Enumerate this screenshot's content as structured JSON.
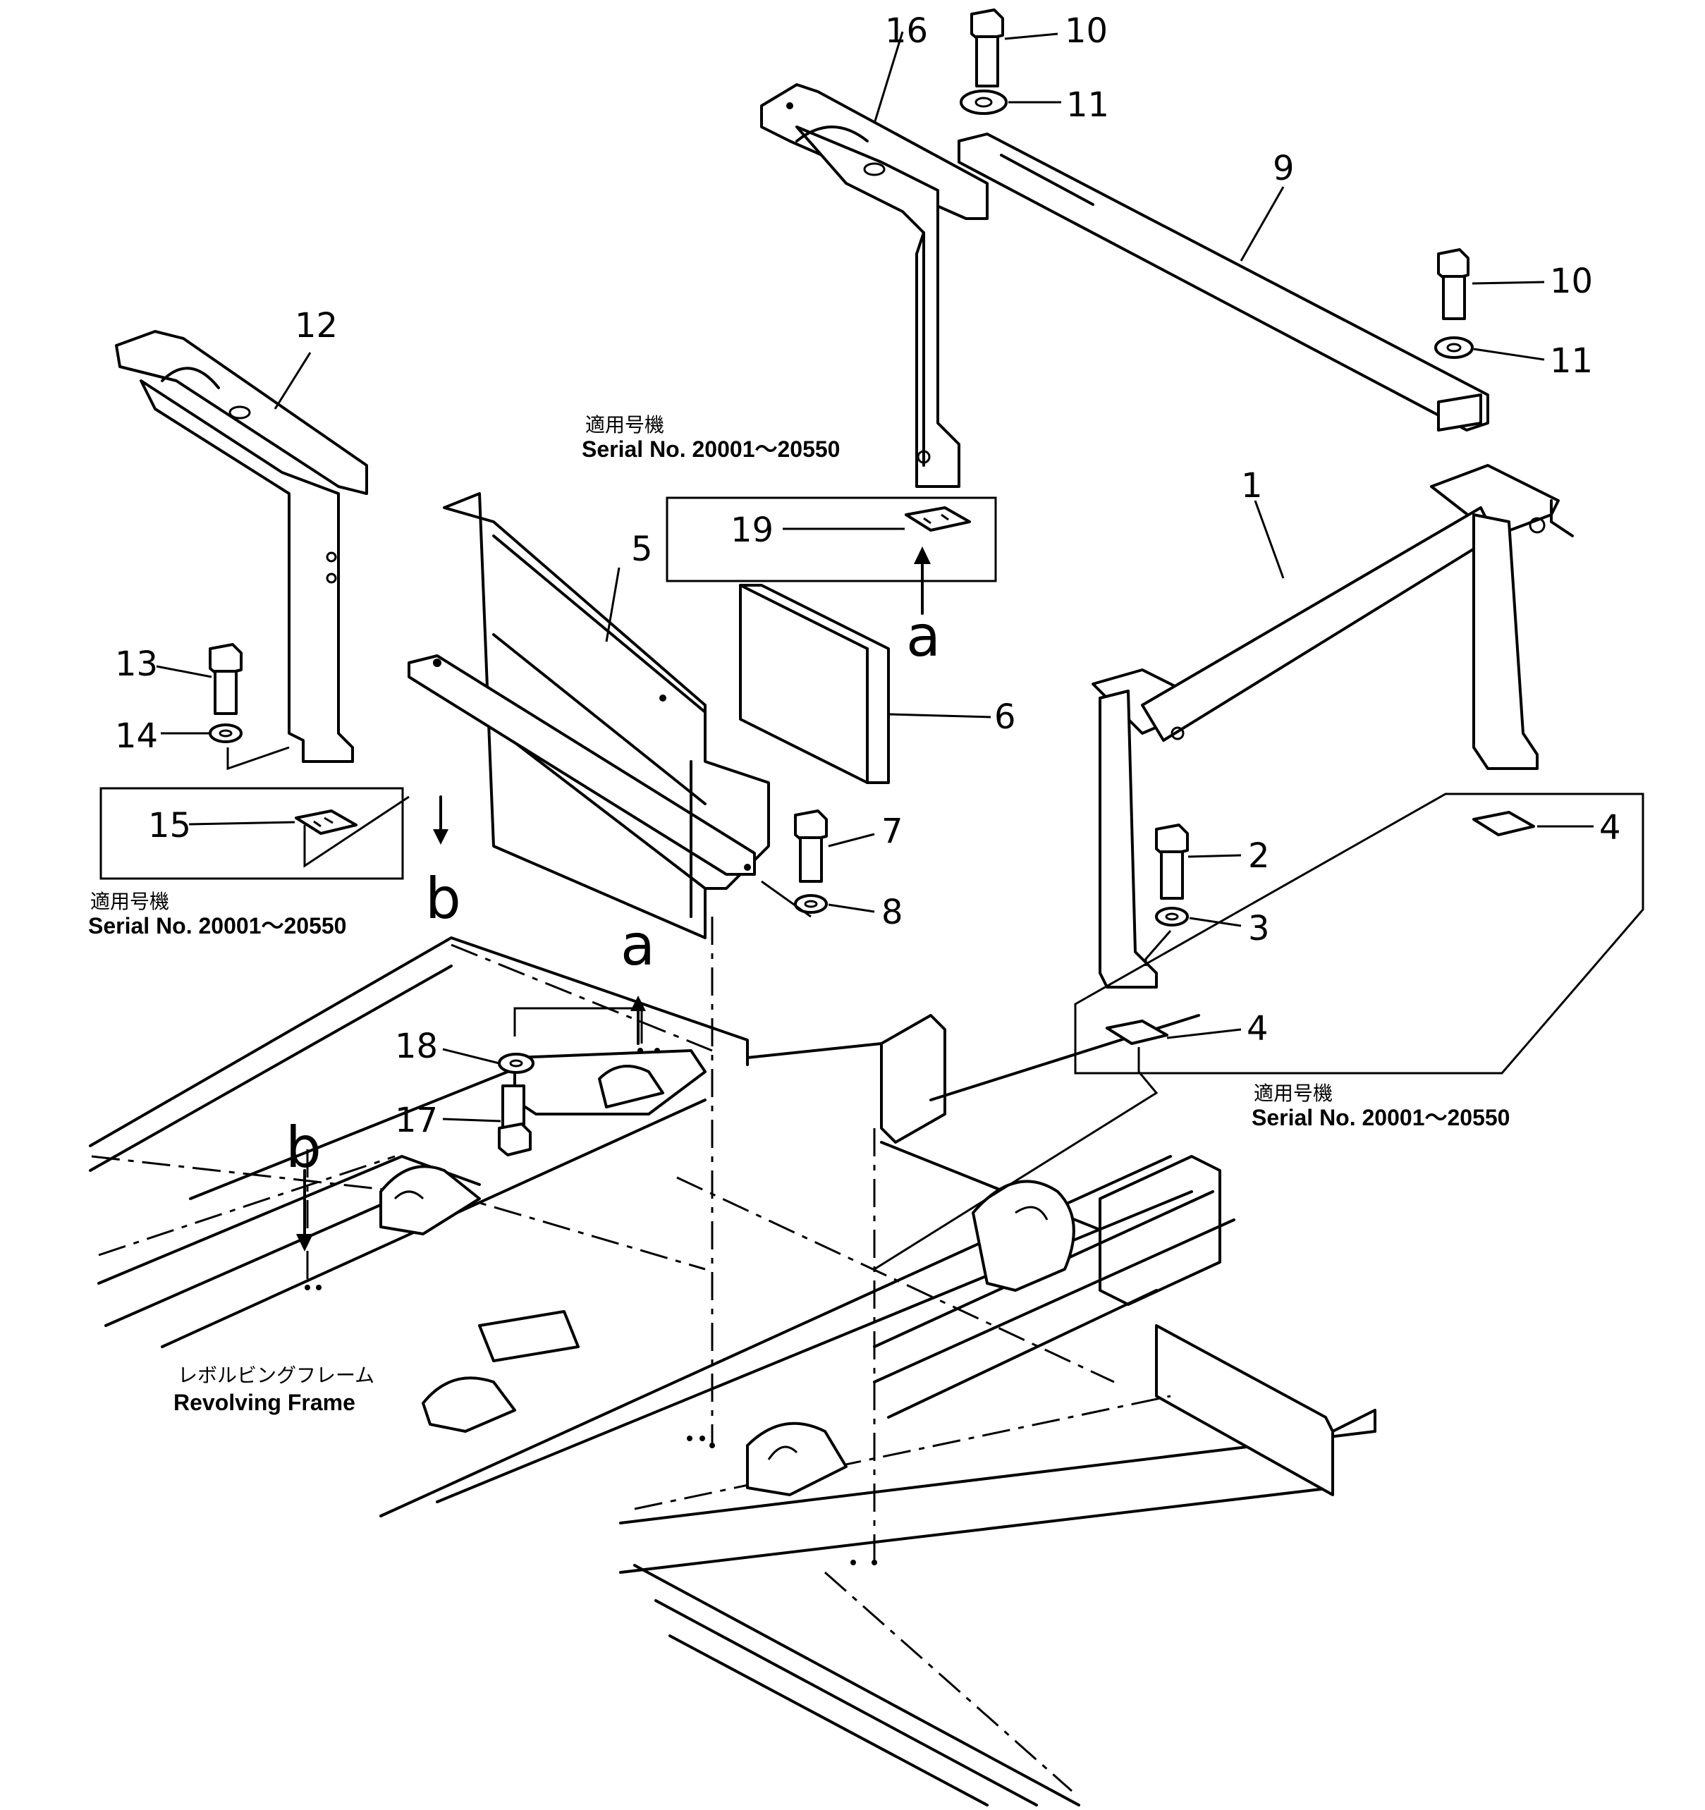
{
  "callouts": {
    "c1": "1",
    "c2": "2",
    "c3": "3",
    "c4a": "4",
    "c4b": "4",
    "c5": "5",
    "c6": "6",
    "c7": "7",
    "c8": "8",
    "c9": "9",
    "c10a": "10",
    "c10b": "10",
    "c11a": "11",
    "c11b": "11",
    "c12": "12",
    "c13": "13",
    "c14": "14",
    "c15": "15",
    "c16": "16",
    "c17": "17",
    "c18": "18",
    "c19": "19"
  },
  "arrows": {
    "a_top": "a",
    "a_bottom": "a",
    "b_top": "b",
    "b_bottom": "b"
  },
  "notes": {
    "applicable_jp": "適用号機",
    "serial": "Serial  No.  20001～20550"
  },
  "frame": {
    "name_jp": "レボルビングフレーム",
    "name_en": "Revolving  Frame"
  }
}
